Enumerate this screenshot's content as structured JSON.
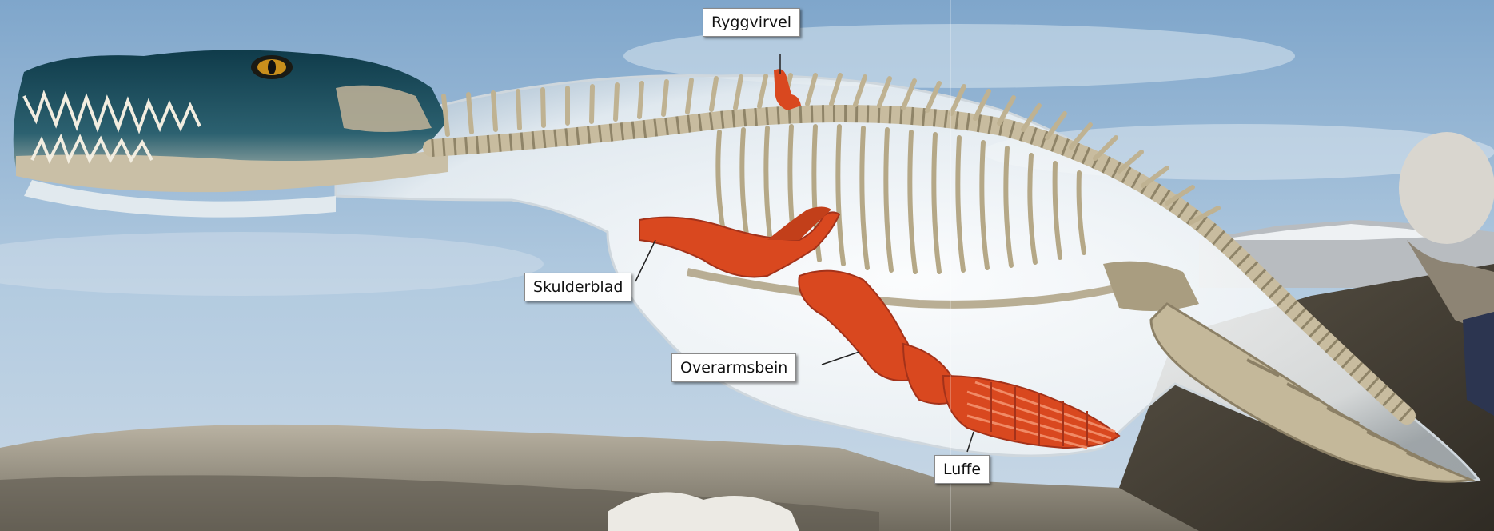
{
  "labels": {
    "vertebra": "Ryggvirvel",
    "shoulder_blade": "Skulderblad",
    "upper_arm_bone": "Overarmsbein",
    "flipper": "Luffe"
  },
  "colors": {
    "sky": "#a9c4dc",
    "bone": "#d8cdb4",
    "highlighted_bone": "#d9481f",
    "skin_head": "#1d4654",
    "ground": "#8e887b",
    "label_bg": "#ffffff",
    "label_text": "#111111"
  }
}
